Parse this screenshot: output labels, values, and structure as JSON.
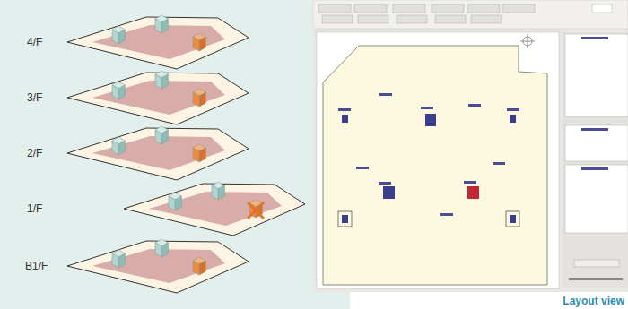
{
  "diagram": {
    "caption": "Layout view",
    "labels": [
      "4/F",
      "3/F",
      "2/F",
      "1/F",
      "B1/F"
    ]
  }
}
